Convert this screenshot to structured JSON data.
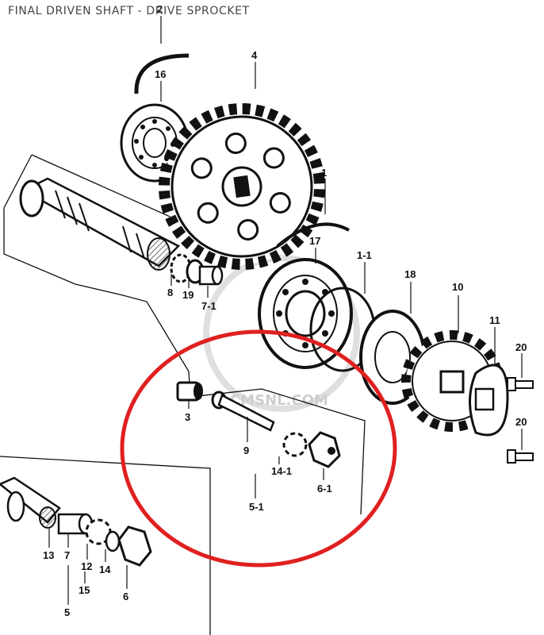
{
  "title": "FINAL DRIVEN SHAFT - DRIVE SPROCKET",
  "watermark": "CMSNL.COM",
  "highlight_color": "#e02020",
  "part_labels": {
    "p2": "2",
    "p16": "16",
    "p4": "4",
    "p1": "1",
    "p17": "17",
    "p1_1": "1-1",
    "p18": "18",
    "p10": "10",
    "p11": "11",
    "p20a": "20",
    "p20b": "20",
    "p8": "8",
    "p19": "19",
    "p7_1": "7-1",
    "p3": "3",
    "p9": "9",
    "p14_1": "14-1",
    "p6_1": "6-1",
    "p5_1": "5-1",
    "p13": "13",
    "p7": "7",
    "p12": "12",
    "p14": "14",
    "p15": "15",
    "p6": "6",
    "p5": "5"
  }
}
